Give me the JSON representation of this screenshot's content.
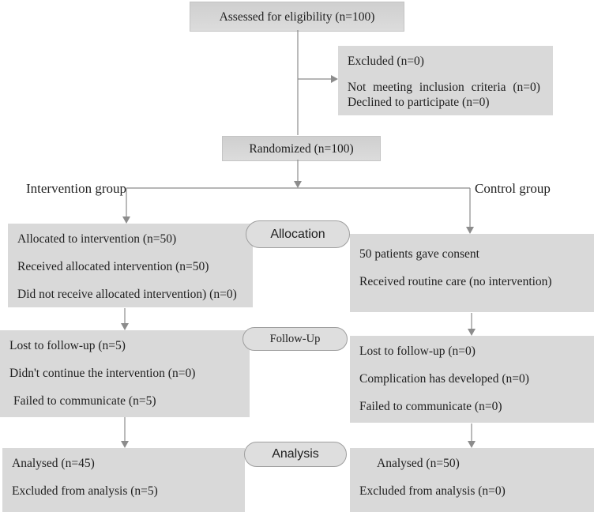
{
  "assessed_box": "Assessed for eligibility (n=100)",
  "excluded_box": {
    "line1": "Excluded (n=0)",
    "line2": "Not meeting inclusion criteria (n=0)",
    "line3": "Declined to participate (n=0)"
  },
  "randomized_box": "Randomized (n=100)",
  "group_labels": {
    "left": "Intervention group",
    "right": "Control group"
  },
  "stage_labels": {
    "allocation": "Allocation",
    "followup": "Follow-Up",
    "analysis": "Analysis"
  },
  "allocation": {
    "left": [
      "Allocated to intervention (n=50)",
      "Received allocated intervention (n=50)",
      "Did not receive allocated intervention) (n=0)"
    ],
    "right": [
      "50 patients gave consent",
      "Received routine care (no intervention)"
    ]
  },
  "followup": {
    "left": [
      "Lost to follow-up (n=5)",
      "Didn't continue the intervention (n=0)",
      "Failed to communicate (n=5)"
    ],
    "right": [
      "Lost to follow-up (n=0)",
      "Complication has developed (n=0)",
      "Failed to communicate (n=0)"
    ]
  },
  "analysis": {
    "left": [
      "Analysed (n=45)",
      "Excluded from analysis (n=5)"
    ],
    "right": [
      "Analysed (n=50)",
      "Excluded from analysis (n=0)"
    ]
  },
  "colors": {
    "box_fill": "#d9d9d9",
    "oval_fill": "#dedede",
    "oval_border": "#9e9e9e",
    "connector": "#8c8c8c",
    "text": "#1f1f1f"
  }
}
